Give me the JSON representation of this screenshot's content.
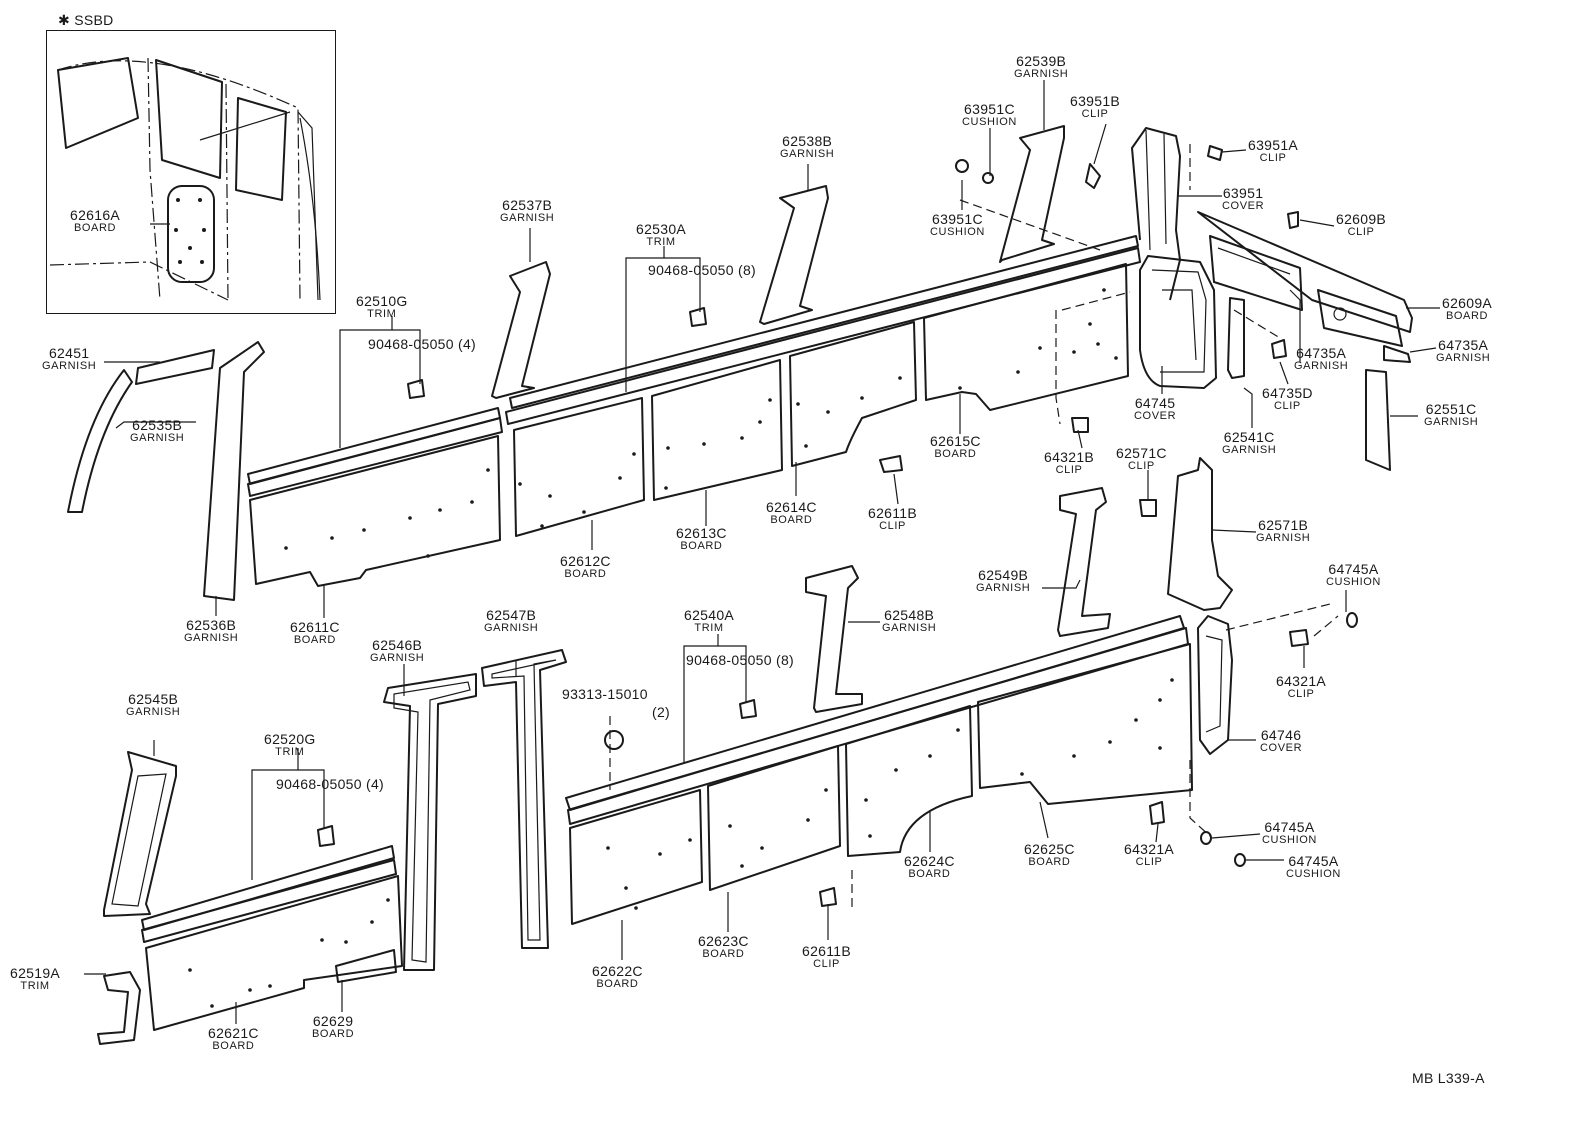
{
  "inset": {
    "title": "✱ SSBD"
  },
  "code": "MB L339-A",
  "labels": {
    "c62616A": {
      "pn": "62616A",
      "nm": "BOARD"
    },
    "c62451": {
      "pn": "62451",
      "nm": "GARNISH"
    },
    "c62535B": {
      "pn": "62535B",
      "nm": "GARNISH"
    },
    "c62510G": {
      "pn": "62510G",
      "nm": "TRIM"
    },
    "c90468a": {
      "pn": "90468-05050 (4)",
      "nm": ""
    },
    "c62537B": {
      "pn": "62537B",
      "nm": "GARNISH"
    },
    "c62530A": {
      "pn": "62530A",
      "nm": "TRIM"
    },
    "c90468b": {
      "pn": "90468-05050 (8)",
      "nm": ""
    },
    "c62538B": {
      "pn": "62538B",
      "nm": "GARNISH"
    },
    "c62539B": {
      "pn": "62539B",
      "nm": "GARNISH"
    },
    "c63951Ct": {
      "pn": "63951C",
      "nm": "CUSHION"
    },
    "c63951Cb": {
      "pn": "63951C",
      "nm": "CUSHION"
    },
    "c63951B": {
      "pn": "63951B",
      "nm": "CLIP"
    },
    "c63951A": {
      "pn": "63951A",
      "nm": "CLIP"
    },
    "c63951": {
      "pn": "63951",
      "nm": "COVER"
    },
    "c62609B": {
      "pn": "62609B",
      "nm": "CLIP"
    },
    "c62609A": {
      "pn": "62609A",
      "nm": "BOARD"
    },
    "c64735Ar": {
      "pn": "64735A",
      "nm": "GARNISH"
    },
    "c64735Am": {
      "pn": "64735A",
      "nm": "GARNISH"
    },
    "c64735D": {
      "pn": "64735D",
      "nm": "CLIP"
    },
    "c64745": {
      "pn": "64745",
      "nm": "COVER"
    },
    "c62541C": {
      "pn": "62541C",
      "nm": "GARNISH"
    },
    "c62551C": {
      "pn": "62551C",
      "nm": "GARNISH"
    },
    "c64321B": {
      "pn": "64321B",
      "nm": "CLIP"
    },
    "c62571C": {
      "pn": "62571C",
      "nm": "CLIP"
    },
    "c62615C": {
      "pn": "62615C",
      "nm": "BOARD"
    },
    "c62614C": {
      "pn": "62614C",
      "nm": "BOARD"
    },
    "c62613C": {
      "pn": "62613C",
      "nm": "BOARD"
    },
    "c62612C": {
      "pn": "62612C",
      "nm": "BOARD"
    },
    "c62611C": {
      "pn": "62611C",
      "nm": "BOARD"
    },
    "c62536B": {
      "pn": "62536B",
      "nm": "GARNISH"
    },
    "c62611Bt": {
      "pn": "62611B",
      "nm": "CLIP"
    },
    "c62571B": {
      "pn": "62571B",
      "nm": "GARNISH"
    },
    "c62549B": {
      "pn": "62549B",
      "nm": "GARNISH"
    },
    "c62548B": {
      "pn": "62548B",
      "nm": "GARNISH"
    },
    "c64745At": {
      "pn": "64745A",
      "nm": "CUSHION"
    },
    "c64321At": {
      "pn": "64321A",
      "nm": "CLIP"
    },
    "c64746": {
      "pn": "64746",
      "nm": "COVER"
    },
    "c62547B": {
      "pn": "62547B",
      "nm": "GARNISH"
    },
    "c62546B": {
      "pn": "62546B",
      "nm": "GARNISH"
    },
    "c62540A": {
      "pn": "62540A",
      "nm": "TRIM"
    },
    "c90468c": {
      "pn": "90468-05050 (8)",
      "nm": ""
    },
    "c93313": {
      "pn": "93313-15010",
      "nm": ""
    },
    "c93313q": {
      "pn": "(2)",
      "nm": ""
    },
    "c62545B": {
      "pn": "62545B",
      "nm": "GARNISH"
    },
    "c62520G": {
      "pn": "62520G",
      "nm": "TRIM"
    },
    "c90468d": {
      "pn": "90468-05050 (4)",
      "nm": ""
    },
    "c62519A": {
      "pn": "62519A",
      "nm": "TRIM"
    },
    "c62621C": {
      "pn": "62621C",
      "nm": "BOARD"
    },
    "c62629": {
      "pn": "62629",
      "nm": "BOARD"
    },
    "c62622C": {
      "pn": "62622C",
      "nm": "BOARD"
    },
    "c62623C": {
      "pn": "62623C",
      "nm": "BOARD"
    },
    "c62611Bb": {
      "pn": "62611B",
      "nm": "CLIP"
    },
    "c62624C": {
      "pn": "62624C",
      "nm": "BOARD"
    },
    "c62625C": {
      "pn": "62625C",
      "nm": "BOARD"
    },
    "c64321Ab": {
      "pn": "64321A",
      "nm": "CLIP"
    },
    "c64745Ab1": {
      "pn": "64745A",
      "nm": "CUSHION"
    },
    "c64745Ab2": {
      "pn": "64745A",
      "nm": "CUSHION"
    }
  }
}
